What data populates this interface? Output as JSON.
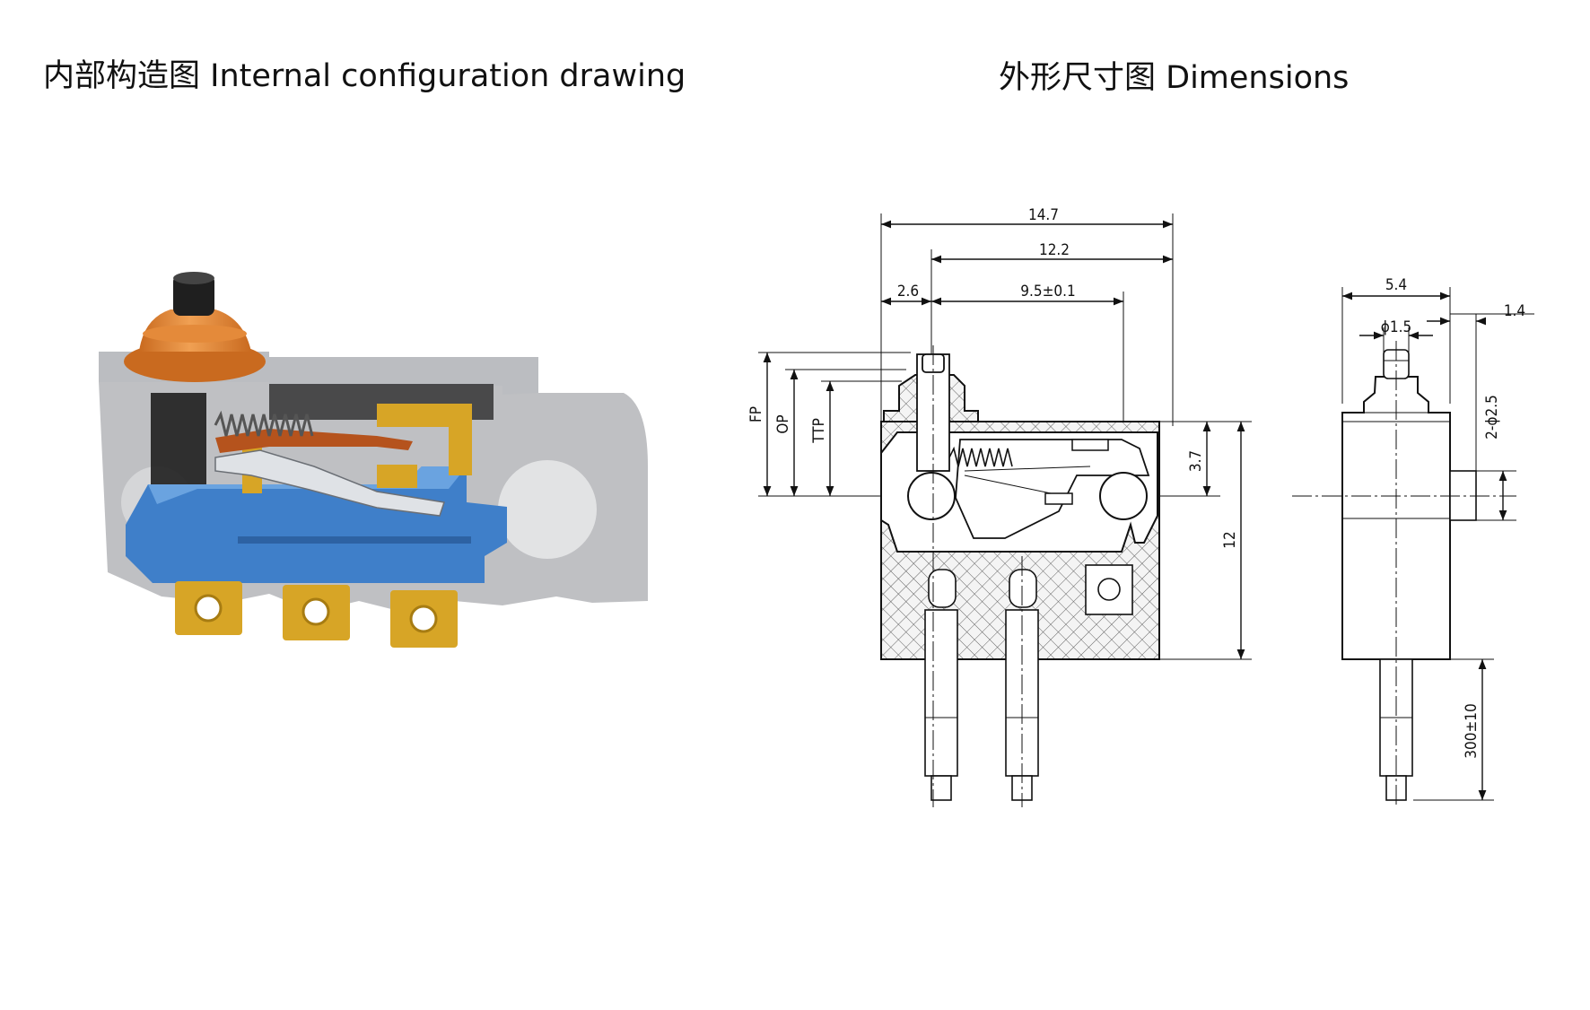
{
  "headings": {
    "left": "内部构造图 Internal configuration drawing",
    "right": "外形尺寸图 Dimensions"
  },
  "dimensions": {
    "width_total": "14.7",
    "width_inner": "12.2",
    "offset": "2.6",
    "pitch": "9.5±0.1",
    "fp": "FP",
    "op": "OP",
    "ttp": "TTP",
    "height_upper": "3.7",
    "height_body": "12",
    "side_width": "5.4",
    "plunger_dia": "ϕ1.5",
    "side_offset": "1.4",
    "holes": "2-ϕ2.5",
    "wire_length": "300±10"
  },
  "colors": {
    "housing": "#8a8d92",
    "base": "#3f7fc9",
    "cap": "#c96a1f",
    "terminal": "#d7a526",
    "copper": "#b5531d",
    "button": "#1f1f1f"
  }
}
